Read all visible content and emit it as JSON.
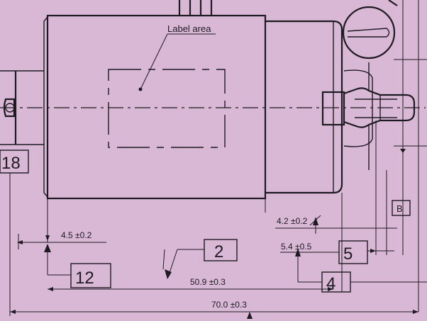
{
  "drawing": {
    "label_area_text": "Label area",
    "balloons": {
      "b18": "18",
      "b12": "12",
      "b2": "2",
      "b5": "5",
      "b4": "4"
    },
    "datum_label": "B",
    "dimensions": {
      "d_4_5": "4.5 ±0.2",
      "d_50_9": "50.9 ±0.3",
      "d_70_0": "70.0 ±0.3",
      "d_4_2": "4.2 ±0.2",
      "d_5_4": "5.4 ±0.5"
    }
  }
}
